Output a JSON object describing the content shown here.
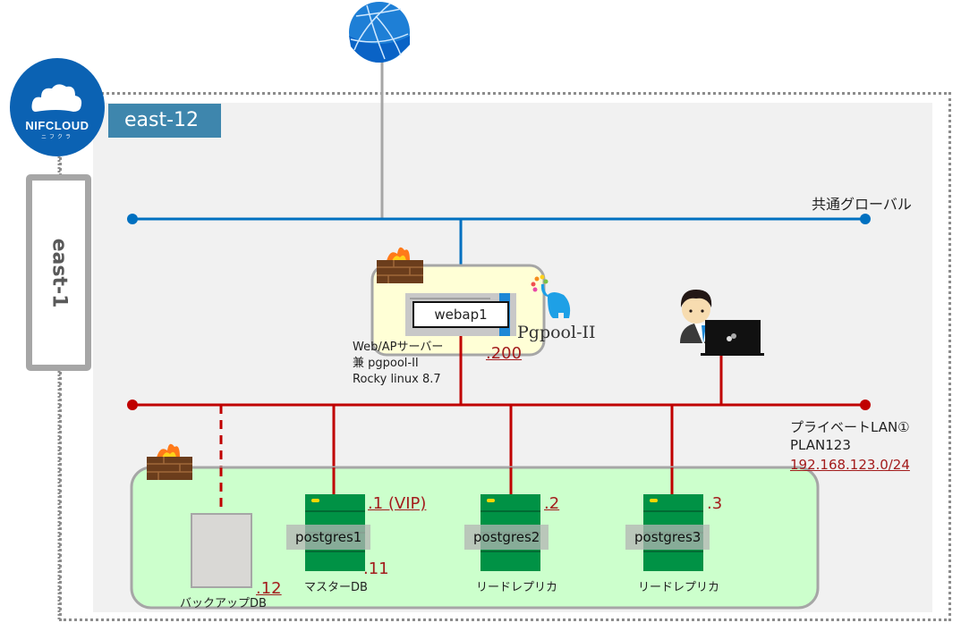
{
  "provider": {
    "name": "NIFCLOUD",
    "sub": "ニフクラ"
  },
  "zone": {
    "label": "east-1"
  },
  "region": {
    "label": "east-12"
  },
  "networks": {
    "global": {
      "label": "共通グローバル",
      "color": "#0070c0"
    },
    "private": {
      "name": "プライベートLAN①",
      "plan": "PLAN123",
      "cidr": "192.168.123.0/24",
      "color": "#c00000"
    }
  },
  "web_server": {
    "name": "webap1",
    "ip": ".200",
    "description": [
      "Web/APサーバー",
      "兼 pgpool-II",
      "Rocky linux 8.7"
    ],
    "middleware_logo": "Pgpool-II"
  },
  "db_servers": [
    {
      "name": "postgres1",
      "role": "マスターDB",
      "ip": ".1 (VIP)",
      "ip2": ".11"
    },
    {
      "name": "postgres2",
      "role": "リードレプリカ",
      "ip": ".2"
    },
    {
      "name": "postgres3",
      "role": "リードレプリカ",
      "ip": ".3"
    }
  ],
  "backup": {
    "role": "バックアップDB",
    "ip": ".12"
  },
  "icons": {
    "internet": "globe-icon",
    "firewall": "firewall-icon",
    "admin": "admin-with-laptop-icon"
  }
}
